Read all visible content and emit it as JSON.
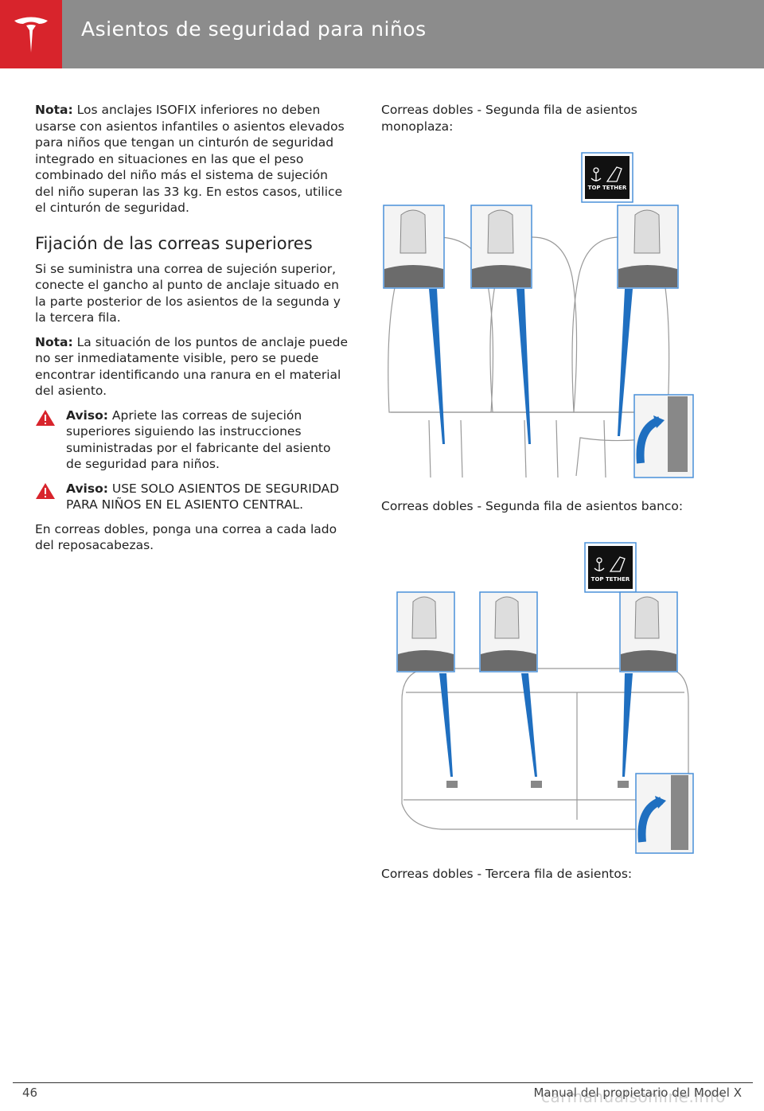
{
  "header": {
    "title": "Asientos de seguridad para niños"
  },
  "left": {
    "note1_label": "Nota:",
    "note1_text": "Los anclajes ISOFIX inferiores no deben usarse con asientos infantiles o asientos elevados para niños que tengan un cinturón de seguridad integrado en situaciones en las que el peso combinado del niño más el sistema de sujeción del niño superan las 33 kg. En estos casos, utilice el cinturón de seguridad.",
    "heading": "Fijación de las correas superiores",
    "para1": "Si se suministra una correa de sujeción superior, conecte el gancho al punto de anclaje situado en la parte posterior de los asientos de la segunda y la tercera fila.",
    "note2_label": "Nota:",
    "note2_text": "La situación de los puntos de anclaje puede no ser inmediatamente visible, pero se puede encontrar identificando una ranura en el material del asiento.",
    "warn1_label": "Aviso:",
    "warn1_text": "Apriete las correas de sujeción superiores siguiendo las instrucciones suministradas por el fabricante del asiento de seguridad para niños.",
    "warn2_label": "Aviso:",
    "warn2_text": "USE SOLO ASIENTOS DE SEGURIDAD PARA NIÑOS EN EL ASIENTO CENTRAL.",
    "para2": "En correas dobles, ponga una correa a cada lado del reposacabezas."
  },
  "right": {
    "cap1": "Correas dobles - Segunda fila de asientos monoplaza:",
    "cap2": "Correas dobles - Segunda fila de asientos banco:",
    "cap3": "Correas dobles - Tercera fila de asientos:",
    "tether_label": "TOP TETHER"
  },
  "footer": {
    "page": "46",
    "manual": "Manual del propietario del Model X"
  },
  "watermark": "carmanualsonline.info",
  "colors": {
    "header_bg": "#8c8c8c",
    "logo_bg": "#d8242c",
    "accent_blue": "#1f6fc0",
    "warning_red": "#d8242c"
  }
}
